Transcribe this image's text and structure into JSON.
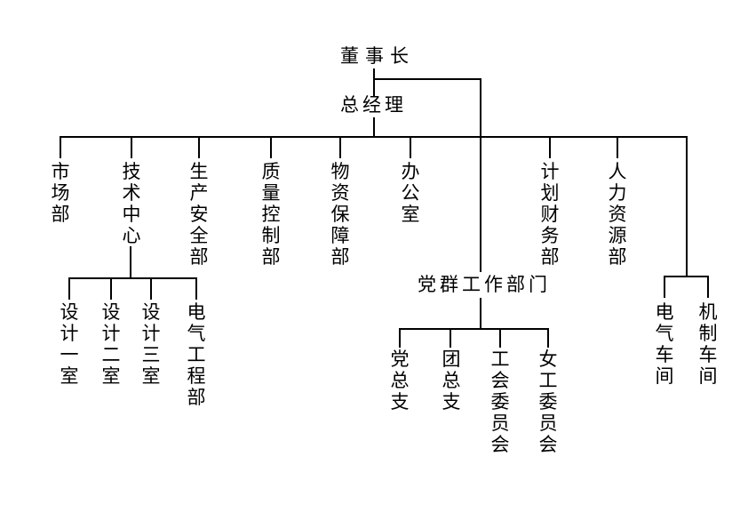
{
  "page": {
    "background_color": "#ffffff",
    "line_color": "#000000",
    "text_color": "#000000"
  },
  "chart": {
    "type": "org-chart",
    "chairman": {
      "label": "董事长"
    },
    "general_manager": {
      "label": "总经理",
      "parent": "董事长"
    },
    "departments": [
      {
        "label": "市场部",
        "parent": "总经理"
      },
      {
        "label": "技术中心",
        "parent": "总经理"
      },
      {
        "label": "生产安全部",
        "parent": "总经理"
      },
      {
        "label": "质量控制部",
        "parent": "总经理"
      },
      {
        "label": "物资保障部",
        "parent": "总经理"
      },
      {
        "label": "办公室",
        "parent": "总经理"
      },
      {
        "label": "计划财务部",
        "parent": "总经理"
      },
      {
        "label": "人力资源部",
        "parent": "总经理"
      }
    ],
    "design_offices": [
      {
        "label": "设计一室",
        "parent": "技术中心"
      },
      {
        "label": "设计二室",
        "parent": "技术中心"
      },
      {
        "label": "设计三室",
        "parent": "技术中心"
      },
      {
        "label": "电气工程部",
        "parent": "技术中心"
      }
    ],
    "party_group": {
      "label": "党群工作部门",
      "parent": "董事长"
    },
    "party_children": [
      {
        "label": "党总支",
        "parent": "党群工作部门"
      },
      {
        "label": "团总支",
        "parent": "党群工作部门"
      },
      {
        "label": "工会委员会",
        "parent": "党群工作部门"
      },
      {
        "label": "女工委员会",
        "parent": "党群工作部门"
      }
    ],
    "workshops": [
      {
        "label": "电气车间",
        "parent": "总经理"
      },
      {
        "label": "机制车间",
        "parent": "总经理"
      }
    ]
  }
}
